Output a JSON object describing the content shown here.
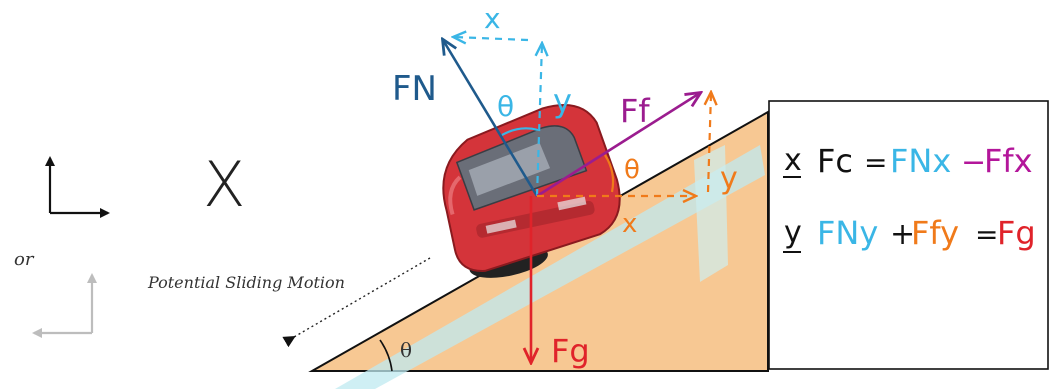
{
  "left_panel": {
    "or_label": "or",
    "cross_mark": "X"
  },
  "incline": {
    "motion_label": "Potential Sliding Motion",
    "angle_label": "θ",
    "colors": {
      "ramp_fill": "#f7c893",
      "ramp_stroke": "#111111",
      "highlight": "#bfeaf0"
    }
  },
  "forces": {
    "normal": {
      "label": "FN",
      "color": "#1f5a8c"
    },
    "friction": {
      "label": "Ff",
      "color": "#9b1c8f"
    },
    "gravity": {
      "label": "Fg",
      "color": "#e0232a"
    },
    "normal_components": {
      "x_label": "x",
      "y_label": "y",
      "angle_label": "θ",
      "color": "#3ab6e6"
    },
    "friction_components": {
      "x_label": "x",
      "y_label": "y",
      "angle_label": "θ",
      "color": "#f07a1a"
    }
  },
  "equations": {
    "x_row": {
      "axis": "x",
      "lhs": "Fc",
      "eq": "=",
      "term1": "FNx",
      "minus": "−",
      "term2": "Ffx"
    },
    "y_row": {
      "axis": "y",
      "term1": "FNy",
      "plus": "+",
      "term2": "Ffy",
      "eq": "=",
      "rhs": "Fg"
    },
    "colors": {
      "black": "#111111",
      "cyan": "#3ab6e6",
      "magenta": "#b3169a",
      "orange": "#f07a1a",
      "red": "#e0232a"
    }
  }
}
